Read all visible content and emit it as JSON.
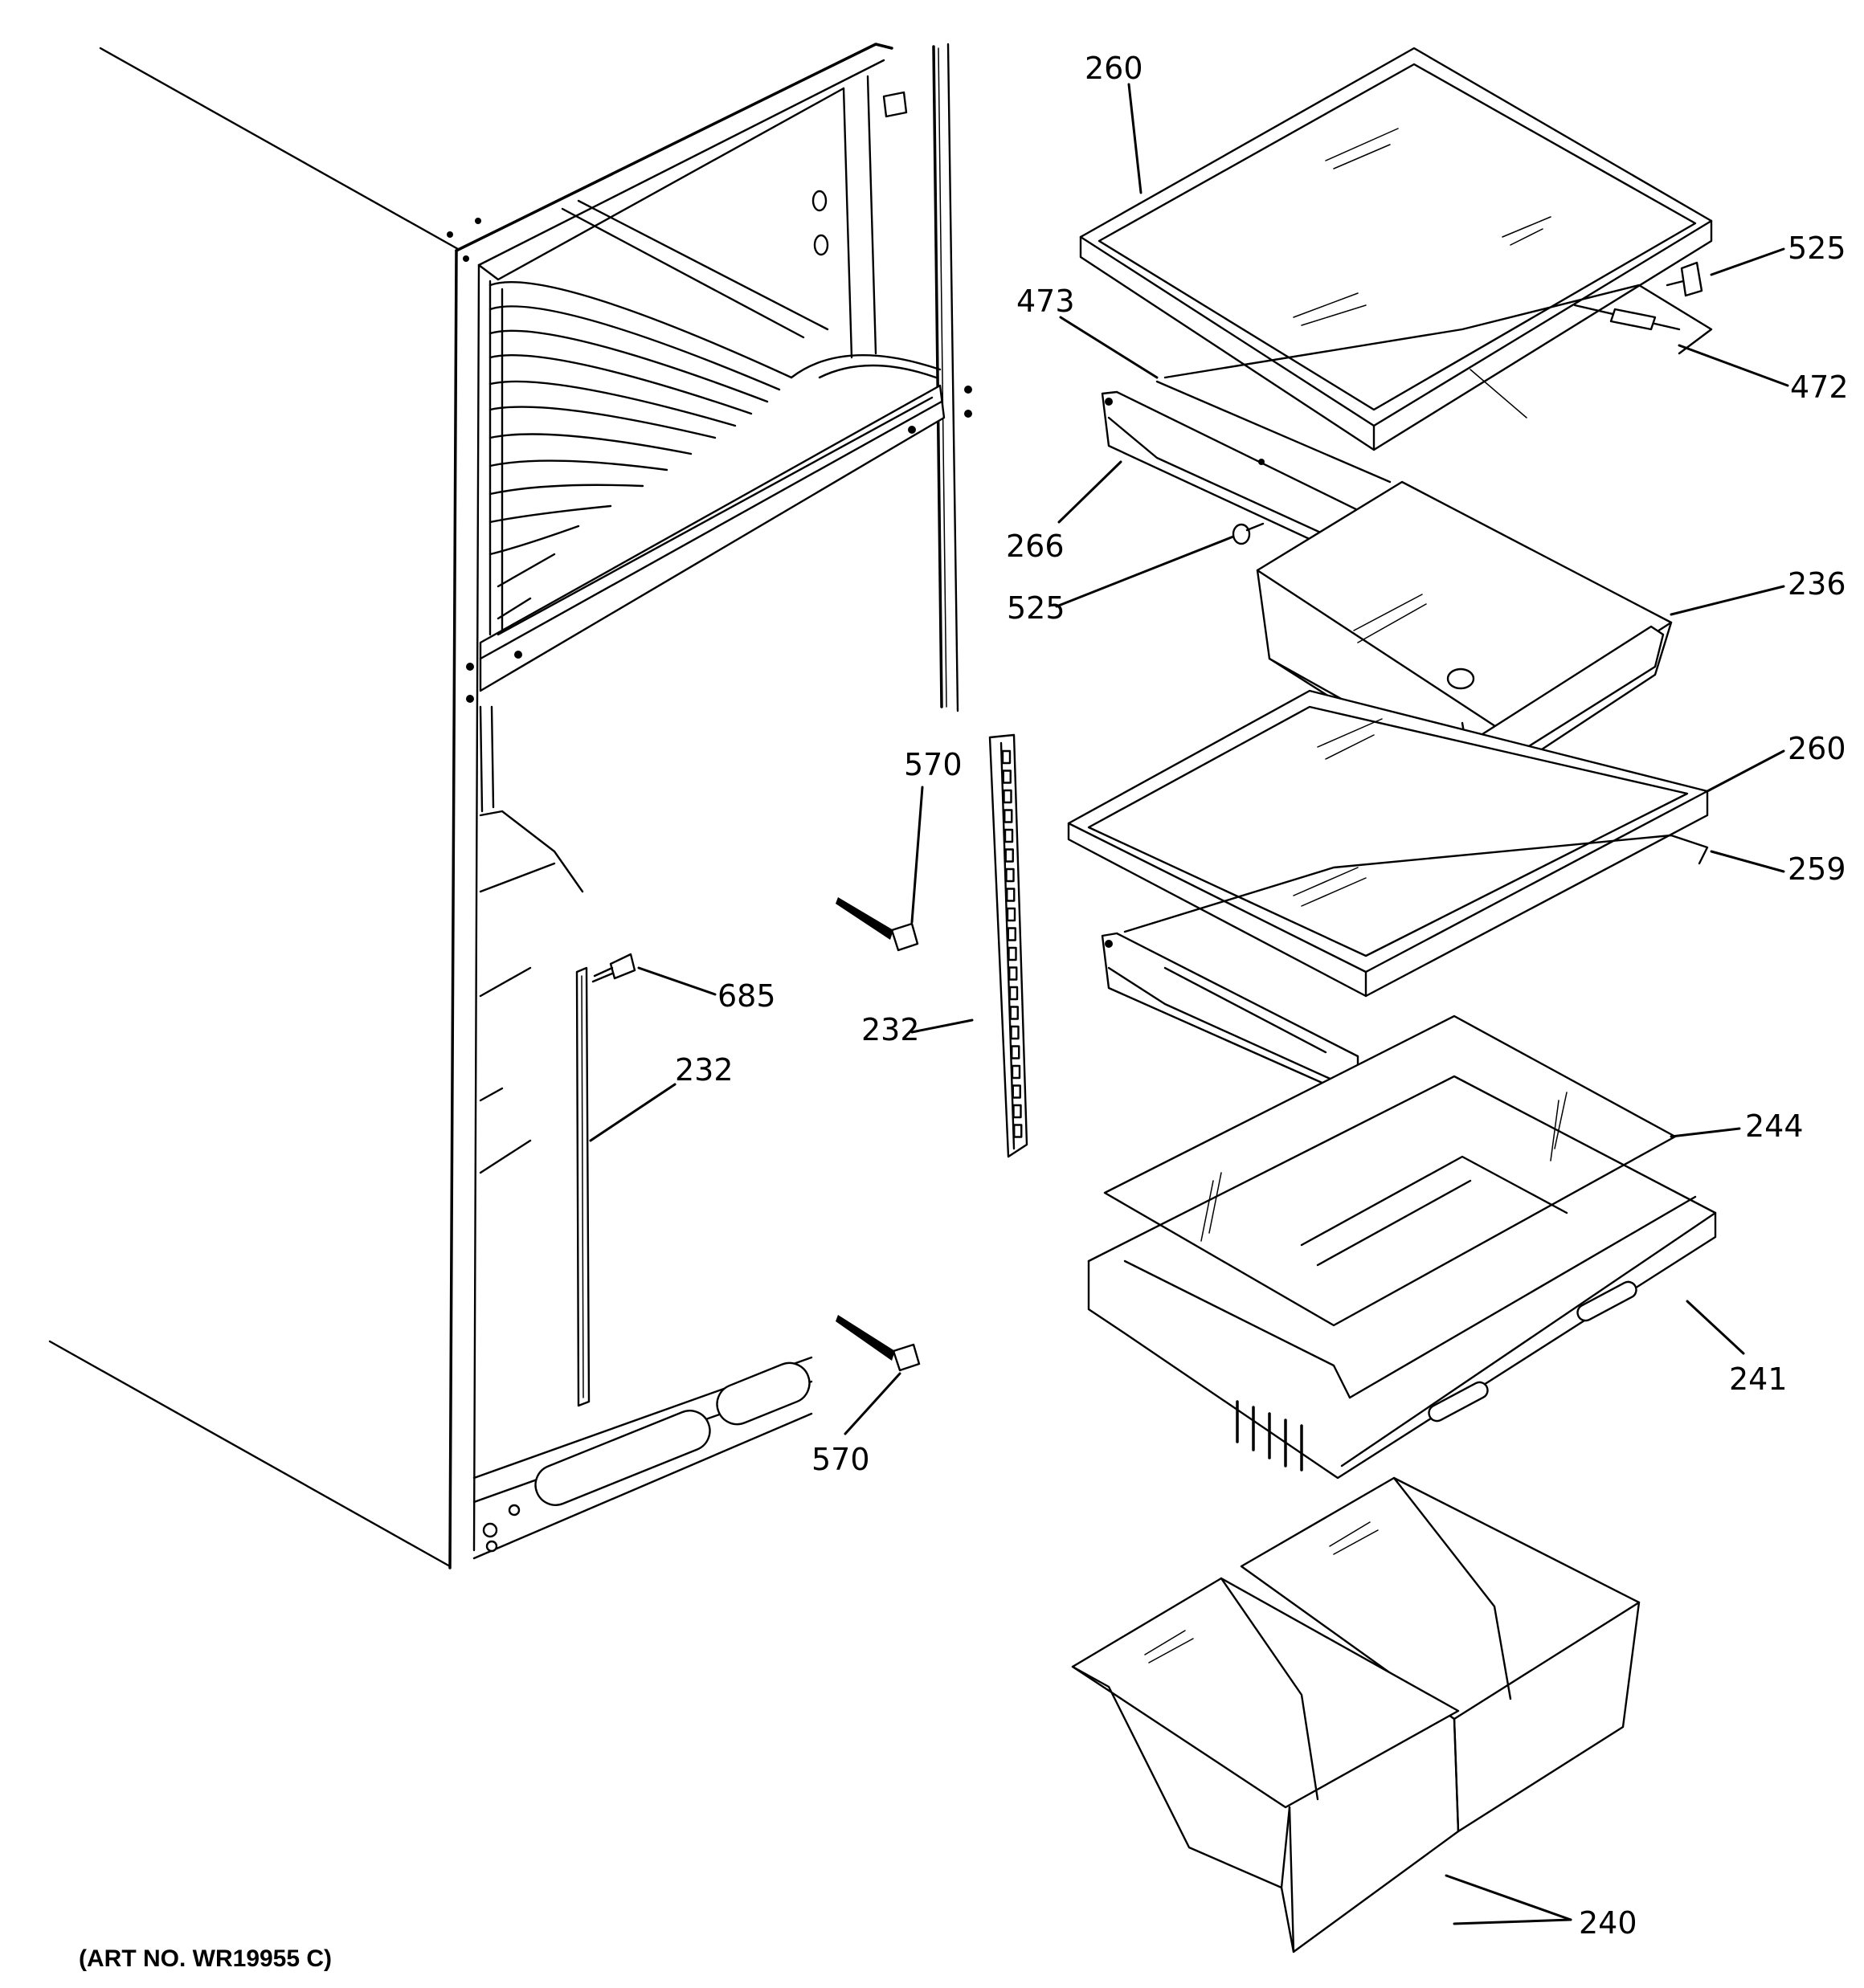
{
  "art_number": "(ART NO. WR19955 C)",
  "callouts": [
    {
      "id": "c260a",
      "label": "260"
    },
    {
      "id": "c525a",
      "label": "525"
    },
    {
      "id": "c473",
      "label": "473"
    },
    {
      "id": "c472",
      "label": "472"
    },
    {
      "id": "c266",
      "label": "266"
    },
    {
      "id": "c525b",
      "label": "525"
    },
    {
      "id": "c236",
      "label": "236"
    },
    {
      "id": "c570a",
      "label": "570"
    },
    {
      "id": "c260b",
      "label": "260"
    },
    {
      "id": "c259",
      "label": "259"
    },
    {
      "id": "c685",
      "label": "685"
    },
    {
      "id": "c232a",
      "label": "232"
    },
    {
      "id": "c232b",
      "label": "232"
    },
    {
      "id": "c244",
      "label": "244"
    },
    {
      "id": "c241",
      "label": "241"
    },
    {
      "id": "c570b",
      "label": "570"
    },
    {
      "id": "c240",
      "label": "240"
    }
  ]
}
